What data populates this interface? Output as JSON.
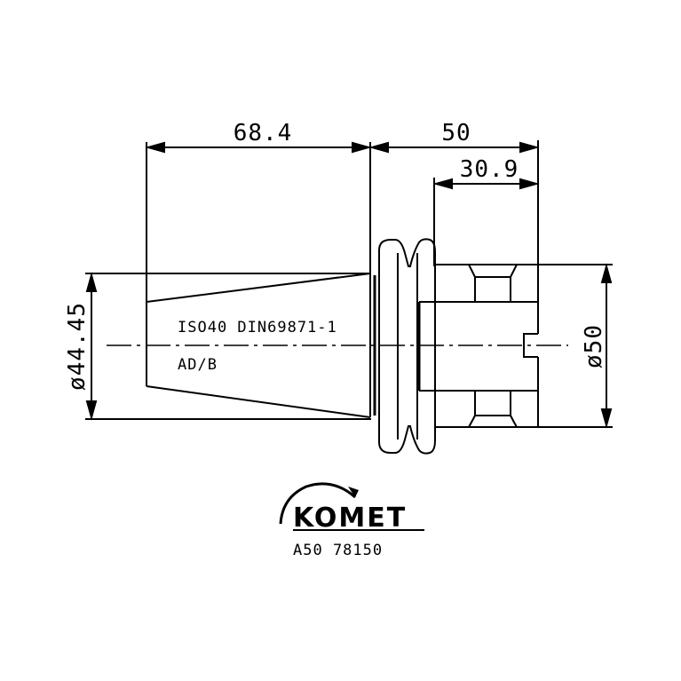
{
  "dimensions": {
    "taper_length": "68.4",
    "flange_length": "50",
    "shank_length": "30.9",
    "taper_diameter": "ø44.45",
    "shank_diameter": "ø50"
  },
  "notes": {
    "taper_spec": "ISO40 DIN69871-1",
    "form": "AD/B"
  },
  "logo": {
    "brand": "KOMET"
  },
  "part_number": "A50 78150"
}
